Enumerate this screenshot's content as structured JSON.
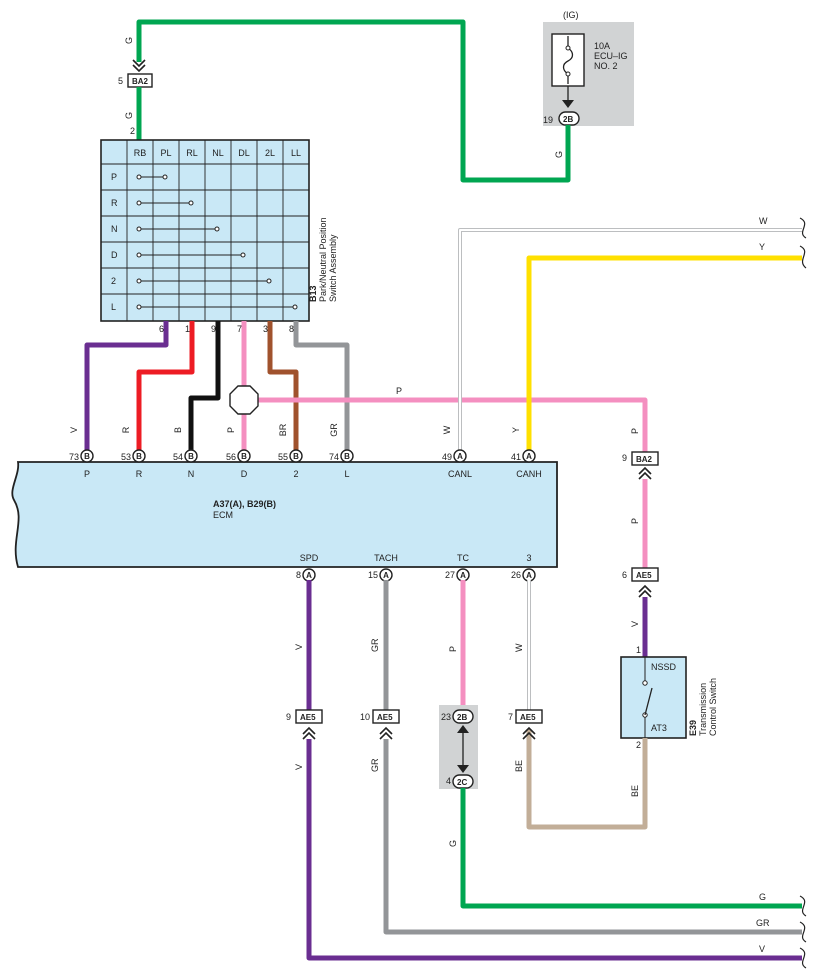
{
  "colors": {
    "green": "#00a651",
    "purple": "#6a2e91",
    "red": "#ed1c24",
    "black": "#111111",
    "pink": "#f48fc0",
    "brown": "#a0522d",
    "gray": "#939598",
    "yellow": "#ffe000",
    "white_wire": "#bcbec0",
    "beige": "#c2ae98",
    "ecm_fill": "#c9e8f6",
    "fuse_box_fill": "#d1d3d4"
  },
  "fuse": {
    "source": "(IG)",
    "rating": "10A",
    "name": "ECU–IG",
    "no": "NO. 2",
    "pin": "19",
    "conn": "2B"
  },
  "wire_top": {
    "color_label": "G",
    "conn_pin": "5",
    "conn_id": "BA2",
    "color_label2": "G",
    "switch_pin": "2",
    "right_label": "G"
  },
  "switch_b13": {
    "code": "B13",
    "name_line1": "Park/Neutral Position",
    "name_line2": "Switch Assembly",
    "columns": [
      "RB",
      "PL",
      "RL",
      "NL",
      "DL",
      "2L",
      "LL"
    ],
    "rows": [
      "P",
      "R",
      "N",
      "D",
      "2",
      "L"
    ],
    "bottom_pins": [
      "6",
      "1",
      "9",
      "7",
      "3",
      "8"
    ]
  },
  "ecm": {
    "codes": "A37(A), B29(B)",
    "name": "ECM",
    "top_pins": [
      {
        "num": "73",
        "conn": "B",
        "label": "P",
        "wire": "V"
      },
      {
        "num": "53",
        "conn": "B",
        "label": "R",
        "wire": "R"
      },
      {
        "num": "54",
        "conn": "B",
        "label": "N",
        "wire": "B"
      },
      {
        "num": "56",
        "conn": "B",
        "label": "D",
        "wire": "P"
      },
      {
        "num": "55",
        "conn": "B",
        "label": "2",
        "wire": "BR"
      },
      {
        "num": "74",
        "conn": "B",
        "label": "L",
        "wire": "GR"
      },
      {
        "num": "49",
        "conn": "A",
        "label": "CANL",
        "wire": "W"
      },
      {
        "num": "41",
        "conn": "A",
        "label": "CANH",
        "wire": "Y"
      }
    ],
    "bottom_pins": [
      {
        "num": "8",
        "conn": "A",
        "label": "SPD",
        "wire": "V"
      },
      {
        "num": "15",
        "conn": "A",
        "label": "TACH",
        "wire": "GR"
      },
      {
        "num": "27",
        "conn": "A",
        "label": "TC",
        "wire": "P"
      },
      {
        "num": "26",
        "conn": "A",
        "label": "3",
        "wire": "W"
      }
    ]
  },
  "mid_wire_label": "P",
  "bus_labels": {
    "w": "W",
    "y": "Y"
  },
  "right_branch": {
    "upper_wire": "P",
    "ba2_pin": "9",
    "ba2_conn": "BA2",
    "mid_wire": "P",
    "ae5_pin": "6",
    "ae5_conn": "AE5",
    "lower_wire": "V"
  },
  "switch_e39": {
    "code": "E39",
    "name_line1": "Transmission",
    "name_line2": "Control Switch",
    "top_pin": "1",
    "top_label": "NSSD",
    "bottom_label": "AT3",
    "bottom_pin": "2",
    "out_wire": "BE"
  },
  "lower_connectors": [
    {
      "pin": "9",
      "conn": "AE5",
      "wire_below": "V"
    },
    {
      "pin": "10",
      "conn": "AE5",
      "wire_below": "GR"
    },
    {
      "pin": "23",
      "conn": "2B",
      "pin2": "4",
      "conn2": "2C",
      "wire_below": "G"
    },
    {
      "pin": "7",
      "conn": "AE5",
      "wire_below": "BE"
    }
  ],
  "bottom_right_labels": {
    "g": "G",
    "gr": "GR",
    "v": "V"
  }
}
